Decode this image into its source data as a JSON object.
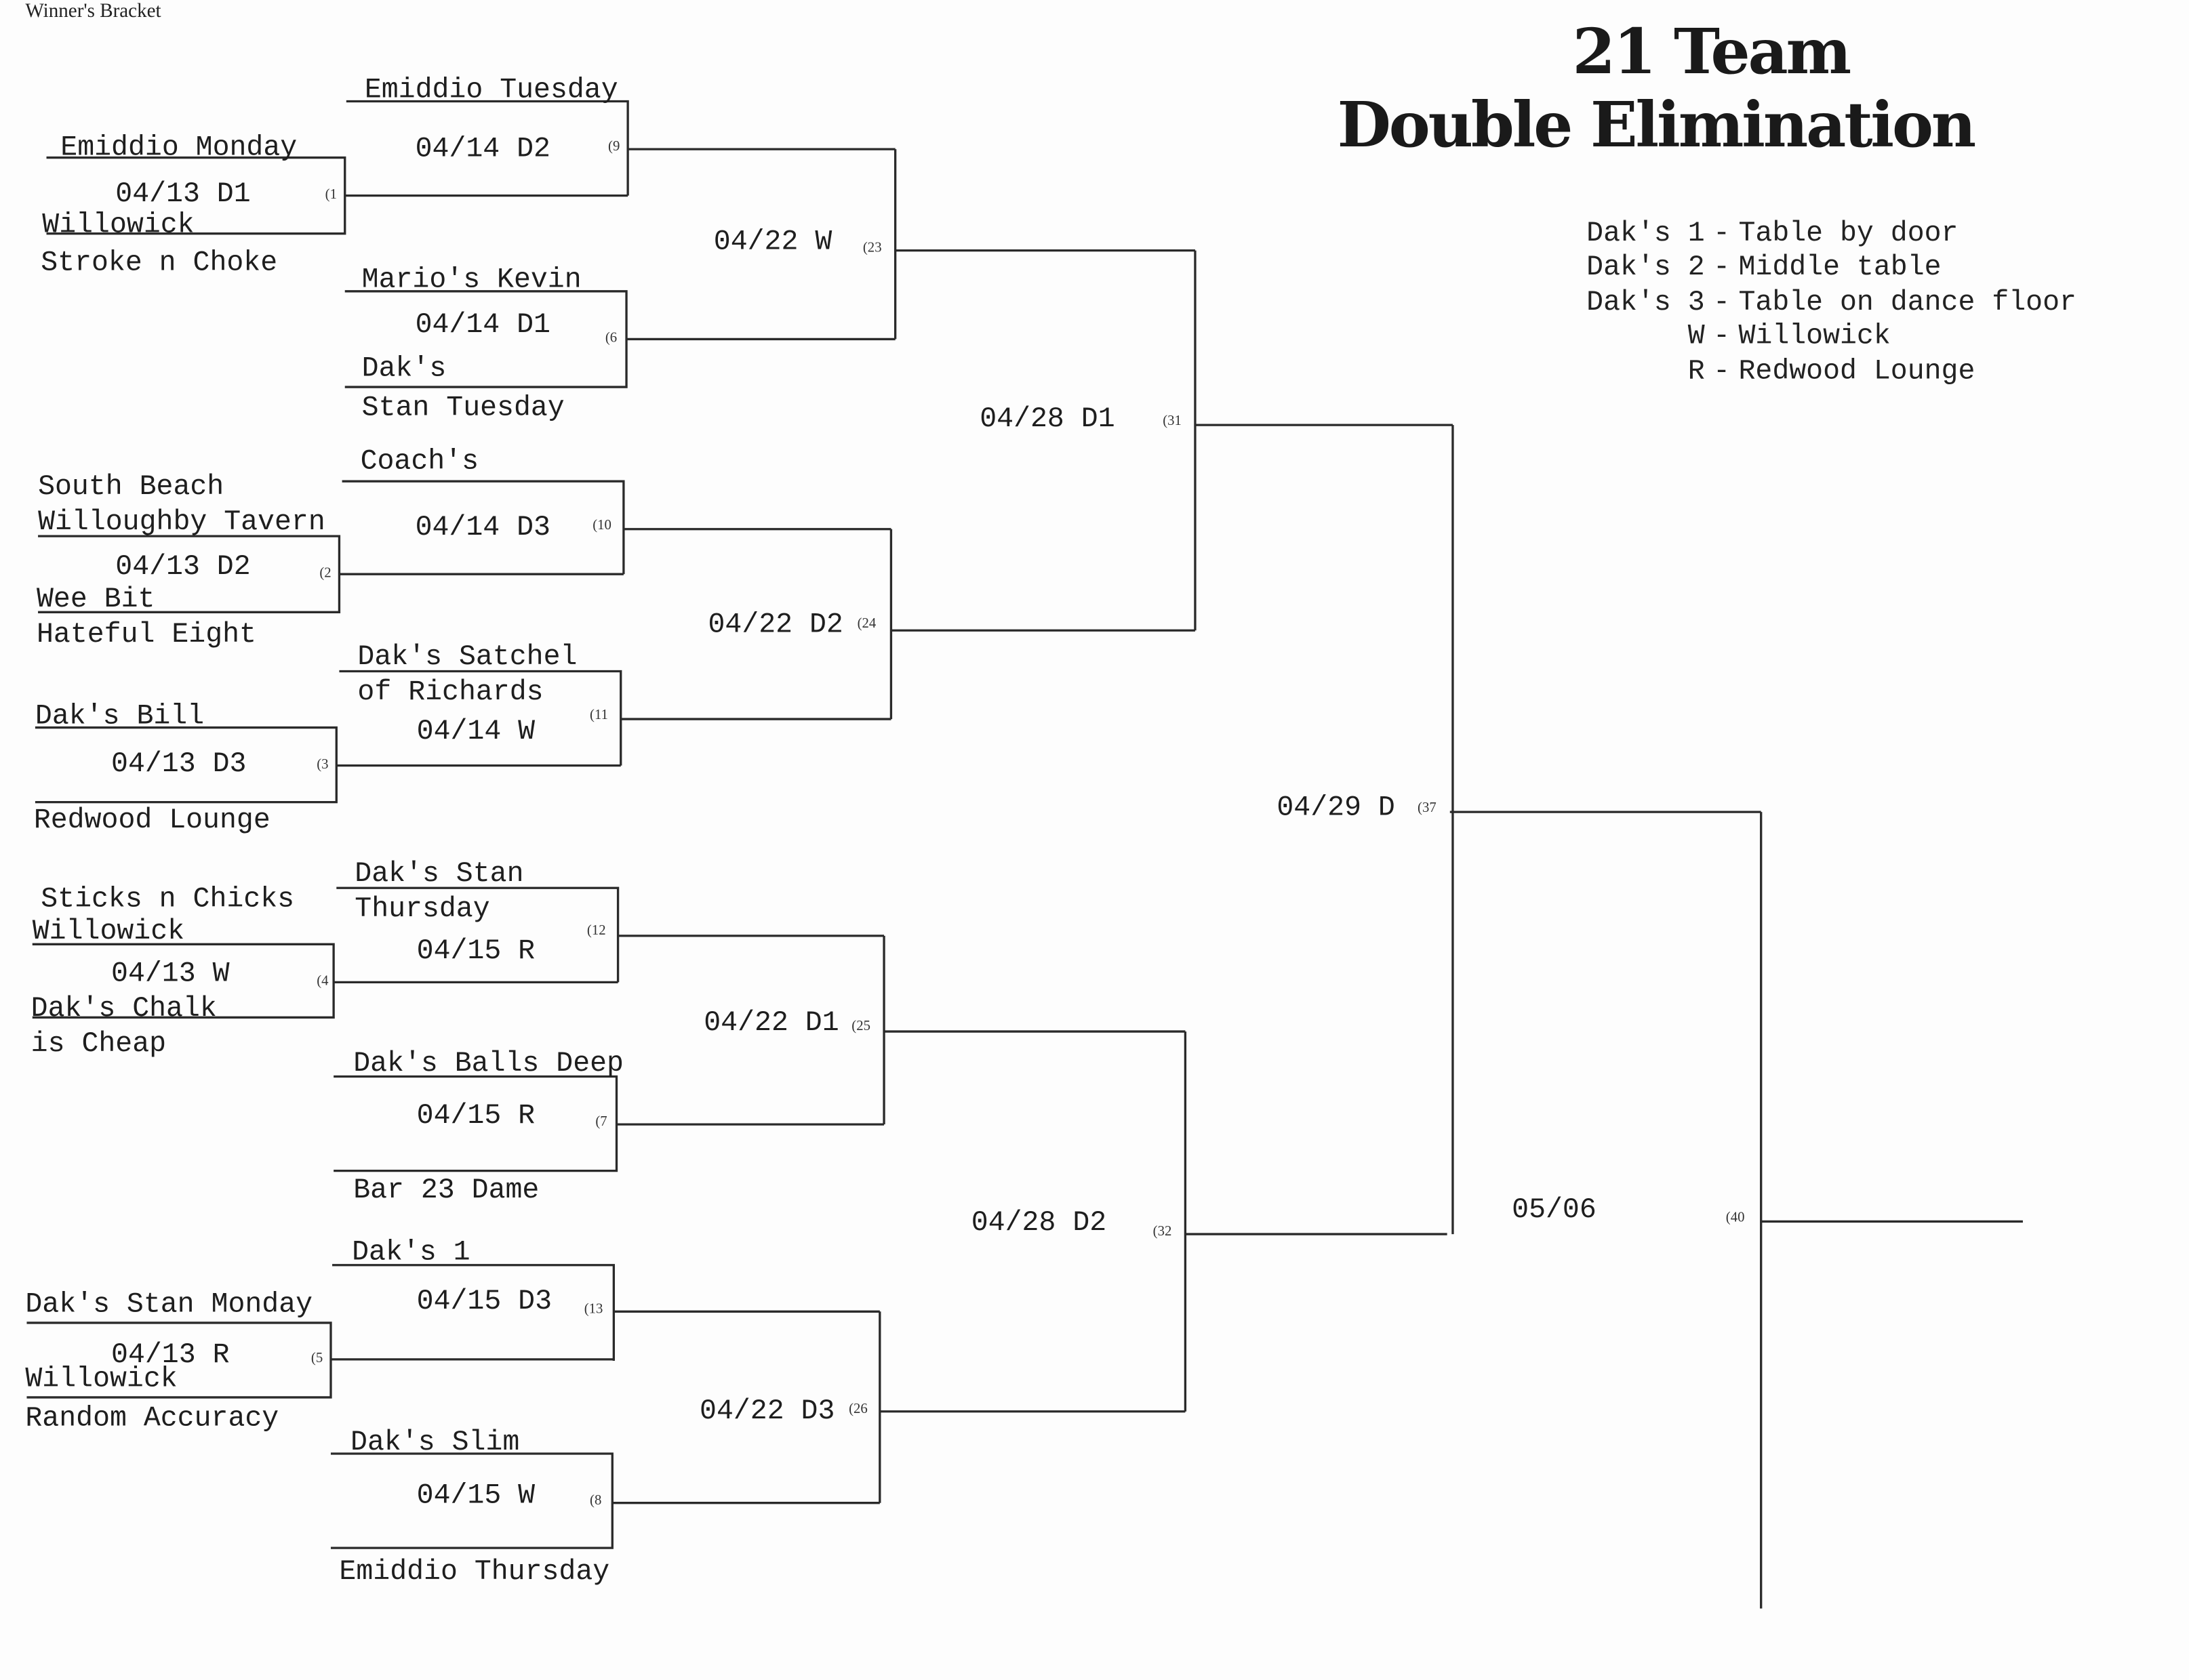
{
  "header": {
    "bracket_label": "Winner's Bracket",
    "title_line1": "21 Team",
    "title_line2": "Double Elimination"
  },
  "legend": [
    {
      "key": "Dak's 1",
      "sep": "-",
      "desc": "Table by door"
    },
    {
      "key": "Dak's 2",
      "sep": "-",
      "desc": "Middle table"
    },
    {
      "key": "Dak's 3",
      "sep": "-",
      "desc": "Table on dance floor"
    },
    {
      "key": "W",
      "sep": "-",
      "desc": "Willowick"
    },
    {
      "key": "R",
      "sep": "-",
      "desc": "Redwood Lounge"
    }
  ],
  "matches": {
    "m1": {
      "num": "(1",
      "date": "04/13 D1",
      "top": [
        "Emiddio Monday"
      ],
      "bottom": [
        "Willowick",
        "Stroke n Choke"
      ]
    },
    "m2": {
      "num": "(2",
      "date": "04/13 D2",
      "top": [
        "South Beach",
        "Willoughby Tavern"
      ],
      "bottom": [
        "Wee Bit",
        "Hateful Eight"
      ]
    },
    "m3": {
      "num": "(3",
      "date": "04/13 D3",
      "top": [
        "Dak's Bill"
      ],
      "bottom": [
        "Redwood Lounge"
      ]
    },
    "m4": {
      "num": "(4",
      "date": "04/13 W",
      "top": [
        "Sticks n Chicks",
        "Willowick"
      ],
      "bottom": [
        "Dak's Chalk",
        "is Cheap"
      ]
    },
    "m5": {
      "num": "(5",
      "date": "04/13 R",
      "top": [
        "Dak's Stan Monday"
      ],
      "bottom": [
        "Willowick",
        "Random Accuracy"
      ]
    },
    "m6": {
      "num": "(6",
      "date": "04/14 D1",
      "top": [
        "Mario's Kevin"
      ],
      "bottom": [
        "Dak's",
        "Stan Tuesday"
      ]
    },
    "m7": {
      "num": "(7",
      "date": "04/15 R",
      "top": [
        "Dak's Balls Deep"
      ],
      "bottom": [
        "Bar 23 Dame"
      ]
    },
    "m8": {
      "num": "(8",
      "date": "04/15 W",
      "top": [
        "Dak's Slim"
      ],
      "bottom": [
        "Emiddio Thursday"
      ]
    },
    "m9": {
      "num": "(9",
      "date": "04/14 D2",
      "top": [
        "Emiddio Tuesday"
      ]
    },
    "m10": {
      "num": "(10",
      "date": "04/14 D3",
      "top": [
        "Coach's"
      ]
    },
    "m11": {
      "num": "(11",
      "date": "04/14 W",
      "top": [
        "Dak's Satchel",
        "of Richards"
      ]
    },
    "m12": {
      "num": "(12",
      "date": "04/15 R",
      "top": [
        "Dak's Stan",
        "Thursday"
      ]
    },
    "m13": {
      "num": "(13",
      "date": "04/15 D3",
      "top": [
        "Dak's 1"
      ]
    },
    "m23": {
      "num": "(23",
      "date": "04/22 W"
    },
    "m24": {
      "num": "(24",
      "date": "04/22 D2"
    },
    "m25": {
      "num": "(25",
      "date": "04/22 D1"
    },
    "m26": {
      "num": "(26",
      "date": "04/22 D3"
    },
    "m31": {
      "num": "(31",
      "date": "04/28 D1"
    },
    "m32": {
      "num": "(32",
      "date": "04/28 D2"
    },
    "m37": {
      "num": "(37",
      "date": "04/29 D"
    },
    "m40": {
      "num": "(40",
      "date": "05/06"
    }
  }
}
